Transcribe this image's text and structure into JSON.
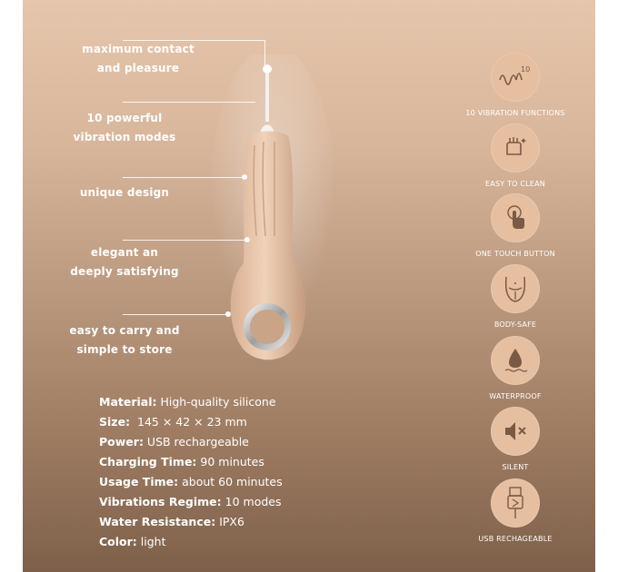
{
  "callouts": [
    {
      "line1": "maximum contact",
      "line2": "and pleasure"
    },
    {
      "line1": "10 powerful",
      "line2": "vibration modes"
    },
    {
      "line1": "unique design",
      "line2": ""
    },
    {
      "line1": "elegant an",
      "line2": "deeply satisfying"
    },
    {
      "line1": "easy to carry and",
      "line2": "simple to store"
    }
  ],
  "specs": [
    {
      "label": "Material:",
      "value": " High-quality silicone"
    },
    {
      "label": "Size:",
      "value": "  145 × 42 × 23 mm"
    },
    {
      "label": "Power:",
      "value": " USB rechargeable"
    },
    {
      "label": "Charging Time:",
      "value": " 90 minutes"
    },
    {
      "label": "Usage Time:",
      "value": " about 60 minutes"
    },
    {
      "label": "Vibrations Regime:",
      "value": " 10 modes"
    },
    {
      "label": "Water Resistance:",
      "value": " IPX6"
    },
    {
      "label": "Color:",
      "value": " light"
    }
  ],
  "features": [
    {
      "label": "10 VIBRATION FUNCTIONS",
      "icon": "wave-10-icon",
      "badge": "10"
    },
    {
      "label": "EASY TO CLEAN",
      "icon": "hand-wipe-icon"
    },
    {
      "label": "ONE TOUCH BUTTON",
      "icon": "finger-press-icon"
    },
    {
      "label": "BODY-SAFE",
      "icon": "body-icon"
    },
    {
      "label": "WATERPROOF",
      "icon": "water-drop-icon"
    },
    {
      "label": "SILENT",
      "icon": "speaker-mute-icon"
    },
    {
      "label": "USB RECHAGEABLE",
      "icon": "usb-icon"
    }
  ],
  "colors": {
    "panel_top": "#e6c6ac",
    "panel_bottom": "#7e604a",
    "icon_circle": "#e6bfa0",
    "icon_stroke": "#7a5a44"
  }
}
